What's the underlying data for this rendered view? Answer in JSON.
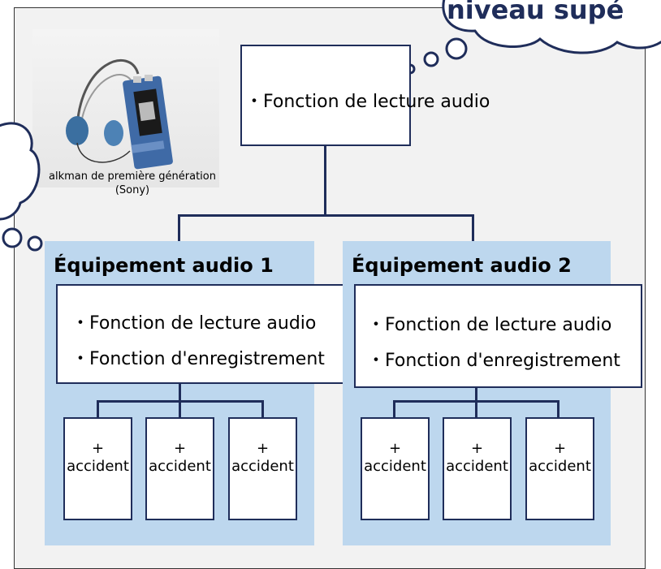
{
  "cloud": {
    "heading": "niveau supé"
  },
  "photo": {
    "caption": "alkman de première génération\n(Sony)"
  },
  "top_box": {
    "text": "・Fonction de lecture audio"
  },
  "panels": [
    {
      "title": "Équipement audio 1",
      "lines": [
        "・Fonction de lecture audio",
        "・Fonction d'enregistrement"
      ],
      "children": [
        "+\naccident",
        "+\naccident",
        "+\naccident"
      ]
    },
    {
      "title": "Équipement audio 2",
      "lines": [
        "・Fonction de lecture audio",
        "・Fonction d'enregistrement"
      ],
      "children": [
        "+\naccident",
        "+\naccident",
        "+\naccident"
      ]
    }
  ]
}
